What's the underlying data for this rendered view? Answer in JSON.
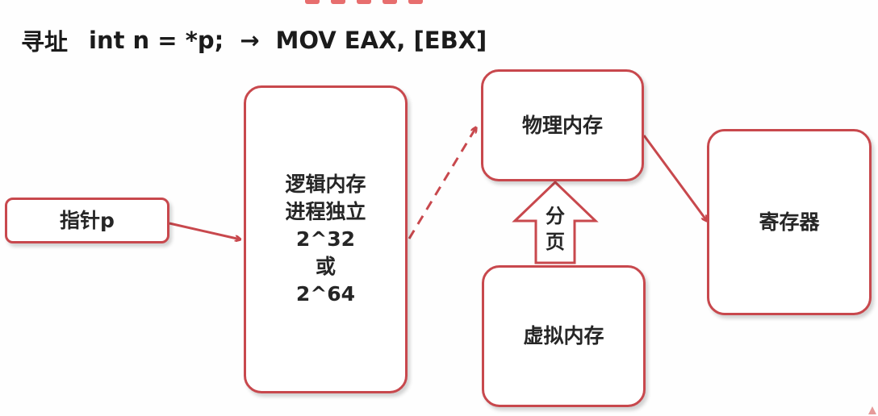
{
  "heading": {
    "prefix": "寻址",
    "code": "int n = *p;",
    "arrow": "→",
    "asm": "MOV EAX, [EBX]"
  },
  "boxes": {
    "pointer": "指针p",
    "logical": [
      "逻辑内存",
      "进程独立",
      "2^32",
      "或",
      "2^64"
    ],
    "physical": "物理内存",
    "virtual": "虚拟内存",
    "register": "寄存器"
  },
  "paging": [
    "分",
    "页"
  ],
  "colors": {
    "accent": "#c8484d",
    "text": "#262626"
  }
}
